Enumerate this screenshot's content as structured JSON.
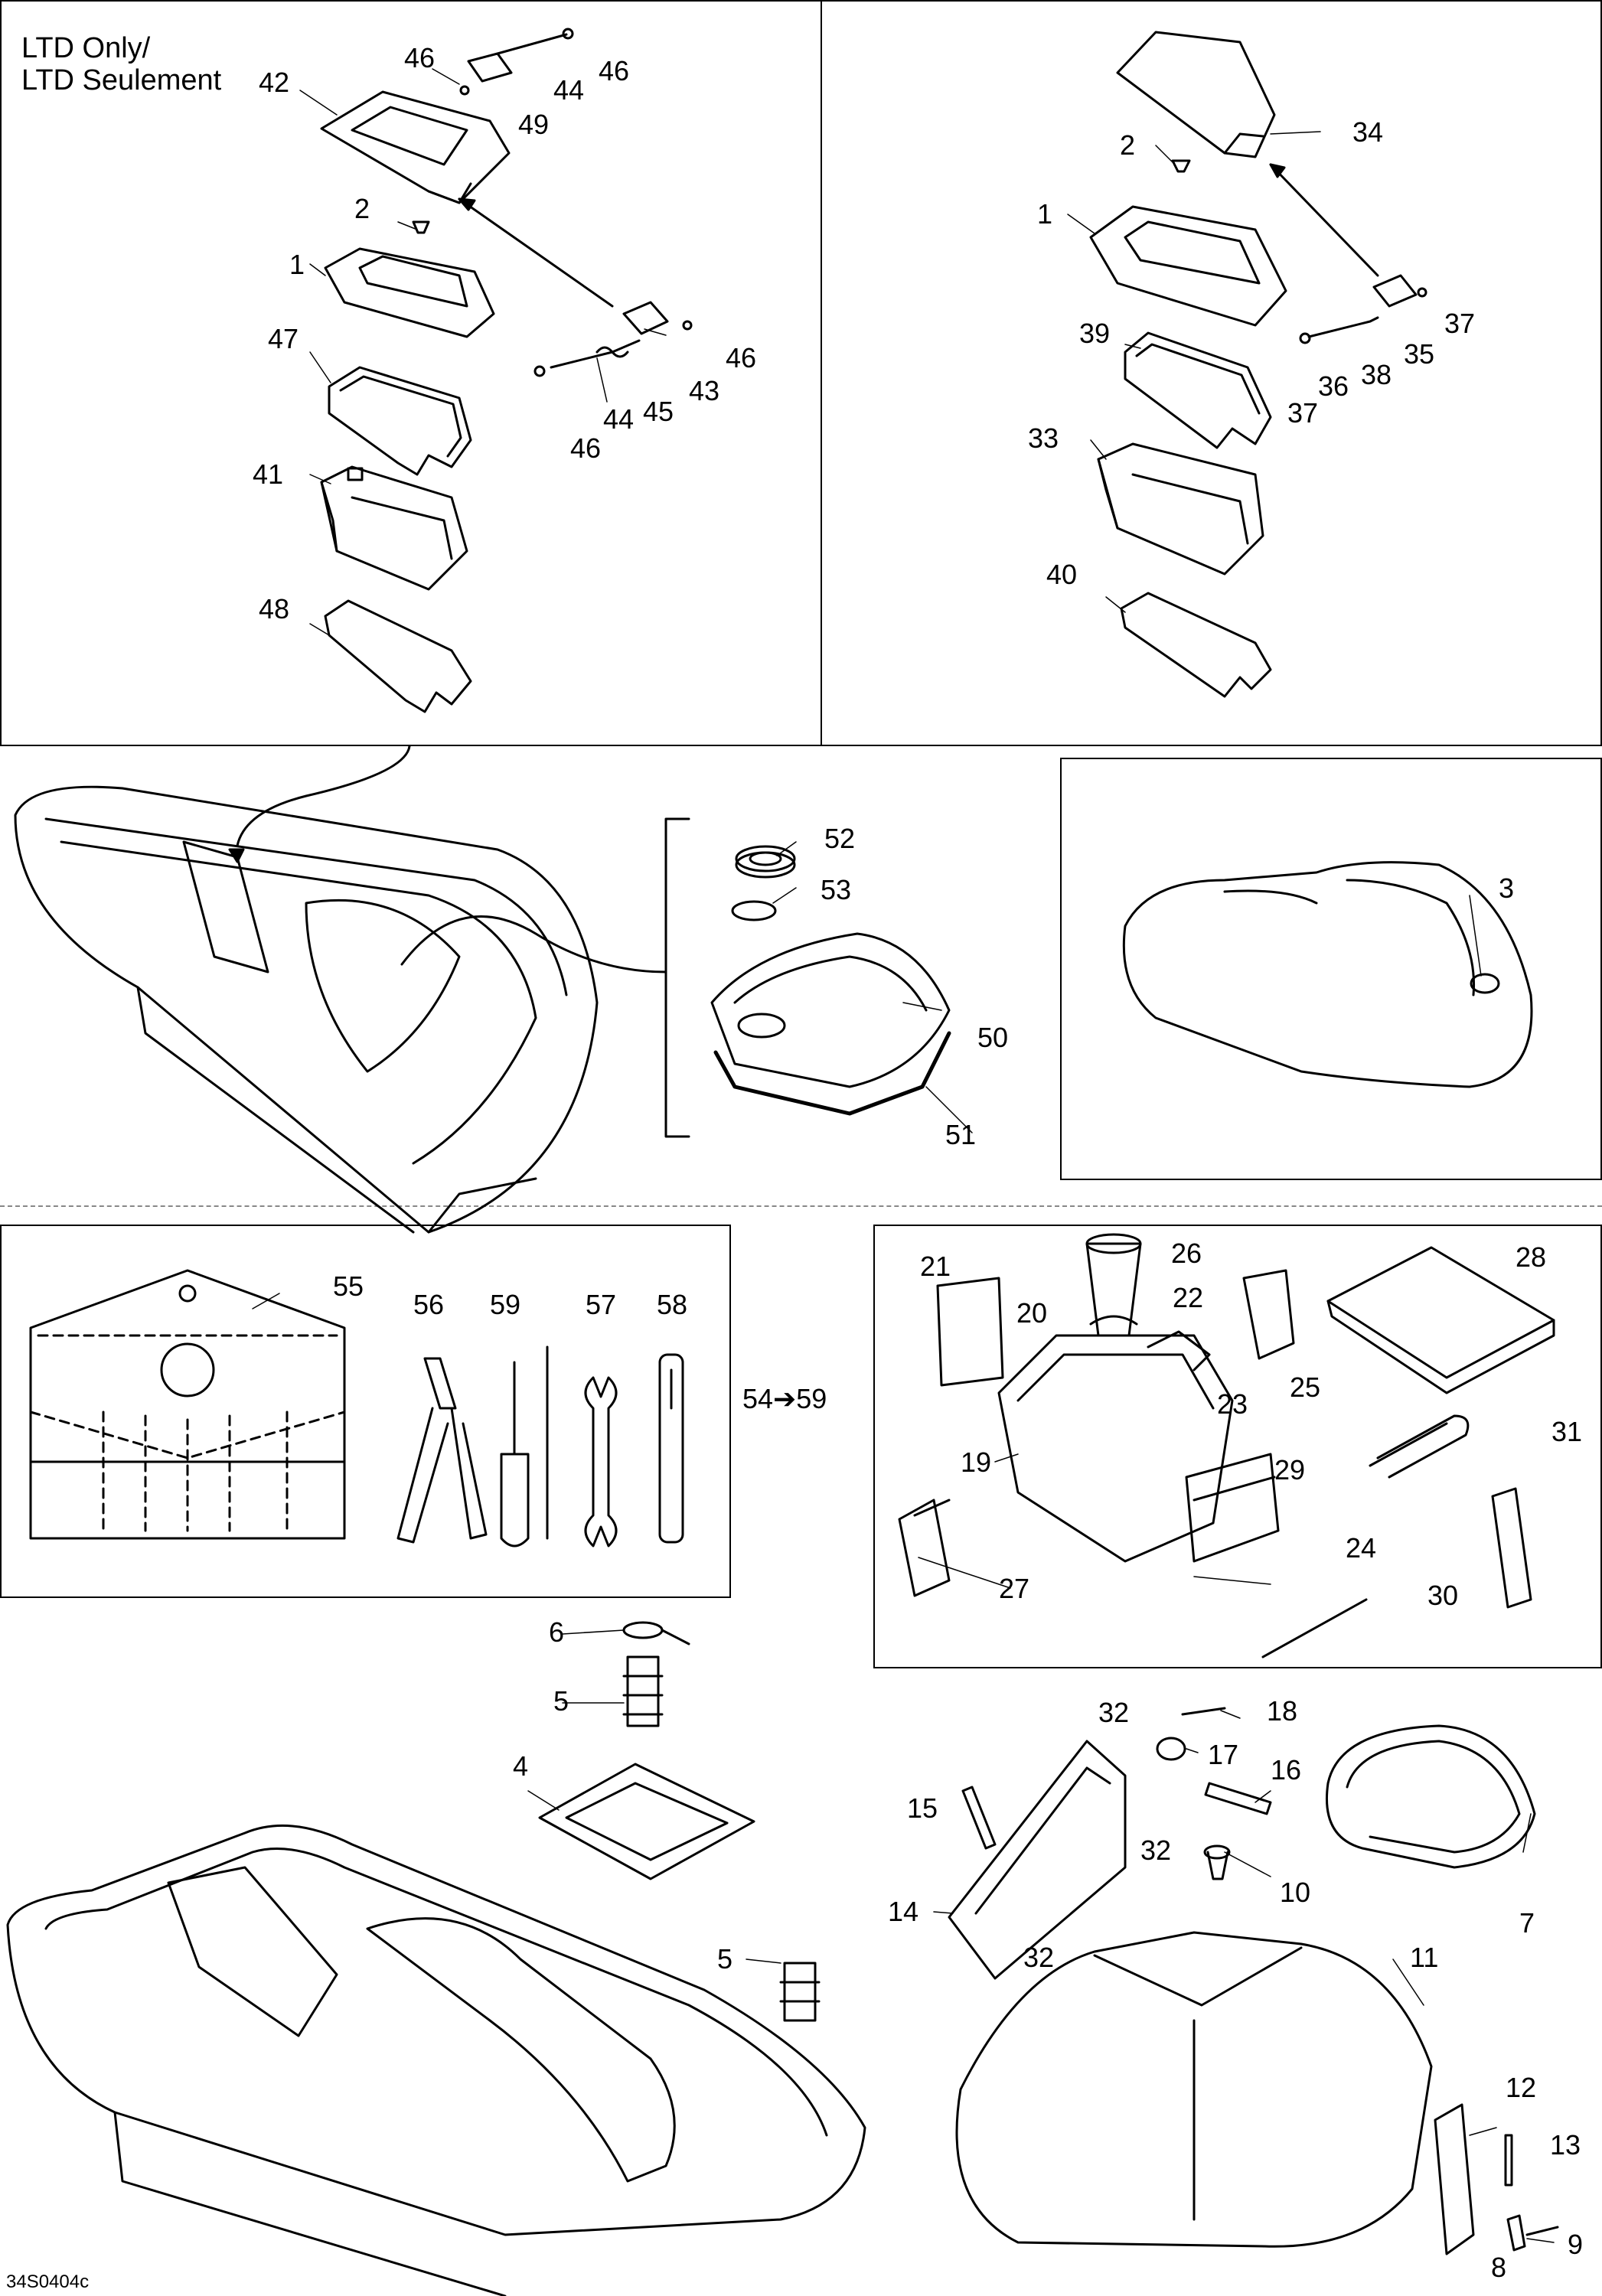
{
  "header": {
    "line1": "LTD Only/",
    "line2": "LTD Seulement"
  },
  "figure_code": "34S0404c",
  "tool_kit_range": {
    "start": "54",
    "arrow": "➔",
    "end": "59"
  },
  "callouts": {
    "c42": "42",
    "c46a": "46",
    "c46b": "46",
    "c44a": "44",
    "c49": "49",
    "c2a": "2",
    "c1a": "1",
    "c46c": "46",
    "c43": "43",
    "c45": "45",
    "c44b": "44",
    "c46d": "46",
    "c47": "47",
    "c41": "41",
    "c48": "48",
    "c34": "34",
    "c2b": "2",
    "c1b": "1",
    "c37a": "37",
    "c35": "35",
    "c38": "38",
    "c36": "36",
    "c37b": "37",
    "c39": "39",
    "c33": "33",
    "c40": "40",
    "c52": "52",
    "c53": "53",
    "c50": "50",
    "c51": "51",
    "c3": "3",
    "c55": "55",
    "c56": "56",
    "c59": "59",
    "c57": "57",
    "c58": "58",
    "c21": "21",
    "c26": "26",
    "c22": "22",
    "c20": "20",
    "c28": "28",
    "c23": "23",
    "c25": "25",
    "c19": "19",
    "c31": "31",
    "c29": "29",
    "c24": "24",
    "c27": "27",
    "c30": "30",
    "c6": "6",
    "c5a": "5",
    "c4": "4",
    "c5b": "5",
    "c32a": "32",
    "c18": "18",
    "c17": "17",
    "c16": "16",
    "c15": "15",
    "c32b": "32",
    "c14": "14",
    "c10": "10",
    "c32c": "32",
    "c7": "7",
    "c11": "11",
    "c12": "12",
    "c13": "13",
    "c8": "8",
    "c9": "9"
  }
}
